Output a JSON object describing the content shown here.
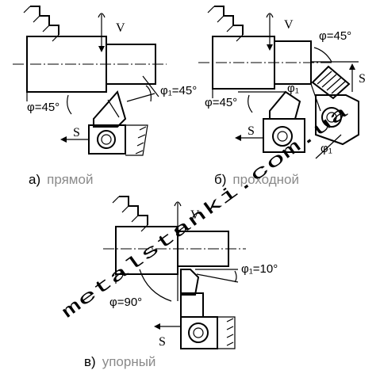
{
  "figures": {
    "a": {
      "caption_letter": "а)",
      "caption_text": "прямой",
      "v_label": "V",
      "s_label": "S",
      "phi_label": "φ=45°",
      "phi1_label": "φ₁=45°"
    },
    "b": {
      "caption_letter": "б)",
      "caption_text": "проходной",
      "v_label": "V",
      "s_label_left": "S",
      "s_label_right": "S",
      "phi_top_label": "φ=45°",
      "phi_left_label": "φ=45°",
      "phi1_label_mid": "φ₁",
      "phi1_label_low": "φ₁"
    },
    "c": {
      "caption_letter": "в)",
      "caption_text": "упорный",
      "v_label": "V",
      "s_label": "S",
      "phi_label": "φ=90°",
      "phi1_label": "φ₁=10°"
    }
  },
  "watermark": "metalstanki.com.ua"
}
